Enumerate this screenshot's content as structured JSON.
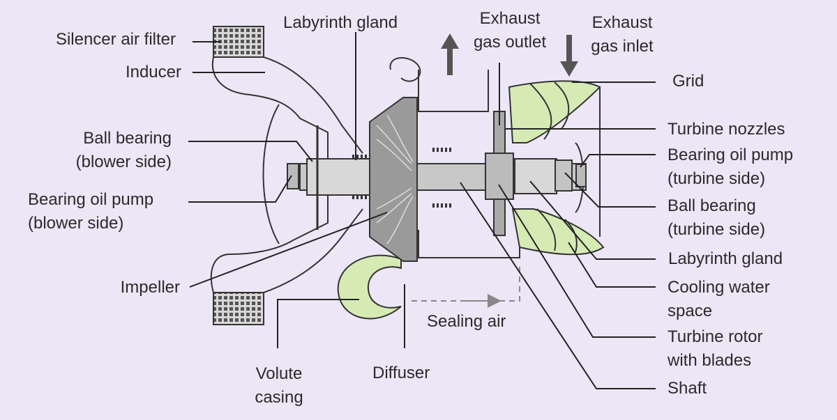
{
  "colors": {
    "background": "#ece6f6",
    "outline": "#3a3a3a",
    "leader": "#222222",
    "green_fill": "#d6ebb4",
    "impeller_fill": "#9a9a9a",
    "filter_fill": "#6a6a6a",
    "shaft_fill": "#c8c8c8"
  },
  "labels": {
    "silencer_air_filter": "Silencer air filter",
    "inducer": "Inducer",
    "ball_bearing_blower": [
      "Ball bearing",
      "(blower side)"
    ],
    "bearing_oil_pump_blower": [
      "Bearing oil pump",
      "(blower side)"
    ],
    "impeller": "Impeller",
    "labyrinth_gland_top": "Labyrinth gland",
    "exhaust_gas_outlet": [
      "Exhaust",
      "gas outlet"
    ],
    "exhaust_gas_inlet": [
      "Exhaust",
      "gas inlet"
    ],
    "grid": "Grid",
    "turbine_nozzles": "Turbine nozzles",
    "bearing_oil_pump_turbine": [
      "Bearing oil pump",
      "(turbine side)"
    ],
    "ball_bearing_turbine": [
      "Ball bearing",
      "(turbine side)"
    ],
    "labyrinth_gland_right": "Labyrinth gland",
    "cooling_water_space": [
      "Cooling water",
      "space"
    ],
    "turbine_rotor": [
      "Turbine rotor",
      "with blades"
    ],
    "shaft": "Shaft",
    "volute_casing": [
      "Volute",
      "casing"
    ],
    "diffuser": "Diffuser",
    "sealing_air": "Sealing air"
  }
}
